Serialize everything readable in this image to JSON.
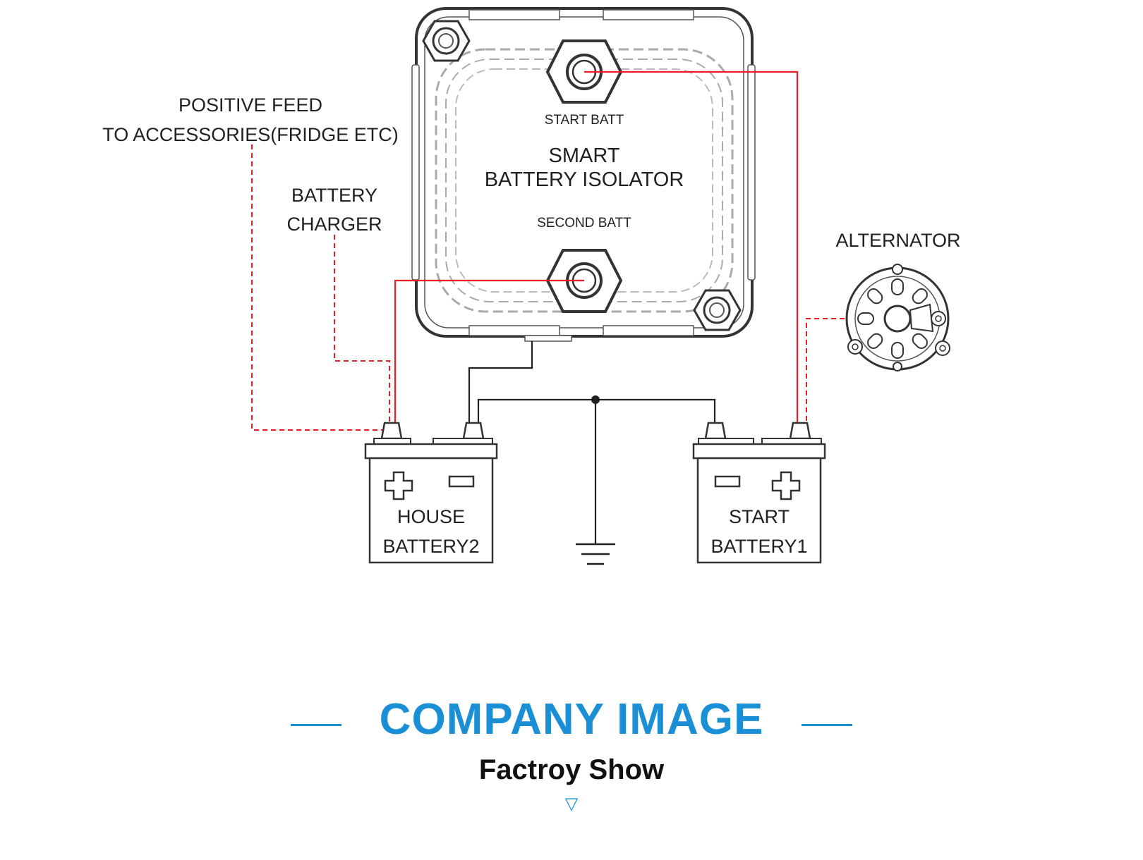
{
  "diagram": {
    "isolator": {
      "terminal_top": "START BATT",
      "title_line1": "SMART",
      "title_line2": "BATTERY ISOLATOR",
      "terminal_bottom": "SECOND BATT"
    },
    "accessories_label": {
      "line1": "POSITIVE FEED",
      "line2": "TO ACCESSORIES(FRIDGE ETC)"
    },
    "charger_label": {
      "line1": "BATTERY",
      "line2": "CHARGER"
    },
    "alternator_label": "ALTERNATOR",
    "house_battery": {
      "line1": "HOUSE",
      "line2": "BATTERY2"
    },
    "start_battery": {
      "line1": "START",
      "line2": "BATTERY1"
    }
  },
  "section": {
    "title": "COMPANY IMAGE",
    "subtitle": "Factroy Show",
    "arrow_icon": "down-triangle-icon",
    "accent_color": "#1a8fd6"
  },
  "colors": {
    "wire_positive": "#e31e24",
    "wire_ground": "#231f20",
    "outline": "#3a3a3a"
  }
}
